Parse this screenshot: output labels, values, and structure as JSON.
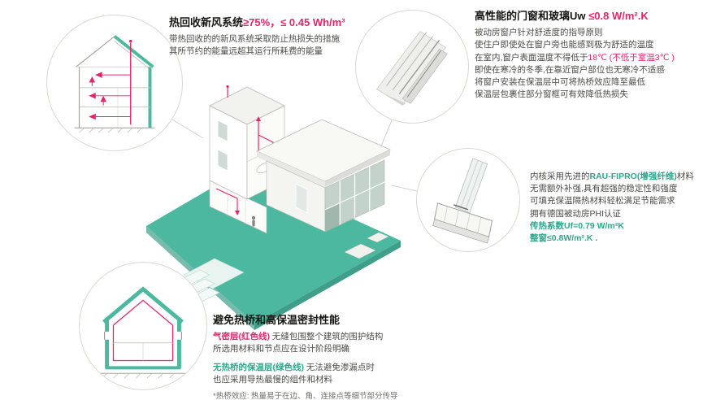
{
  "colors": {
    "teal_accent": "#4CB8A0",
    "teal_text": "#2FA58C",
    "magenta_accent": "#E2266B",
    "title_text": "#161614",
    "body_text": "#4b4b49"
  },
  "heat_recovery": {
    "title_text": "热回收新风系统",
    "title_value": "≥75%，≤ 0.45 Wh/m³",
    "line1": "带热回收的的新风系统采取防止热损失的措施",
    "line2": "其所节约的能量远超其运行所耗费的能量"
  },
  "windows": {
    "title_text": "高性能的门窗和玻璃",
    "title_u_label": "Uw ",
    "title_value": "≤0.8 W/m².K",
    "line1": "被动房窗户针对舒适度的指导原则",
    "line2": "使住户即使处在窗户旁也能感到极为舒适的温度",
    "line3_prefix": "在室内,窗户表面温度不得低于",
    "line3_highlight": "18℃ (不低于室温3℃ )",
    "line4": "即使在寒冷的冬季,在靠近窗户部位也无寒冷不适感",
    "line5": "将窗户安装在保温层中可将热桥效应降至最低",
    "line6": "保温层包裹住部分窗框可有效降低热损失"
  },
  "frame_profile": {
    "line1_prefix": "内核采用先进的",
    "line1_highlight": "RAU-FIPRO(增强纤维)",
    "line1_suffix": "材料",
    "line2": "无需额外补强,具有超强的稳定性和强度",
    "line3": "可填充保温隔热材料轻松满足节能需求",
    "line4": "拥有德国被动房PHI认证",
    "line5": "传热系数Uf=0.79 W/m²K",
    "line6": "整窗≤0.8W/m².K ."
  },
  "thermal_bridge": {
    "title": "避免热桥和高保温密封性能",
    "line1_highlight": "气密层(红色线)",
    "line1_rest": " 无缝包围整个建筑的围护结构",
    "line2": "所选用材料和节点应在设计阶段明确",
    "line3_highlight": "无热桥的保温层(绿色线)",
    "line3_rest": " 无法避免渗漏点时",
    "line4": "也应采用导热最慢的组件和材料",
    "footnote": "*热桥效应: 热量易于在边、角、连接点等细节部分传导"
  },
  "illustrations": {
    "main": "isometric-passive-house-cutaway",
    "callout_top_left": "heat-recovery-ventilation-section",
    "callout_top_right": "window-glazing-corner-detail",
    "callout_mid_right": "window-frame-profile",
    "callout_bottom_left": "insulation-airtight-envelope-section"
  }
}
